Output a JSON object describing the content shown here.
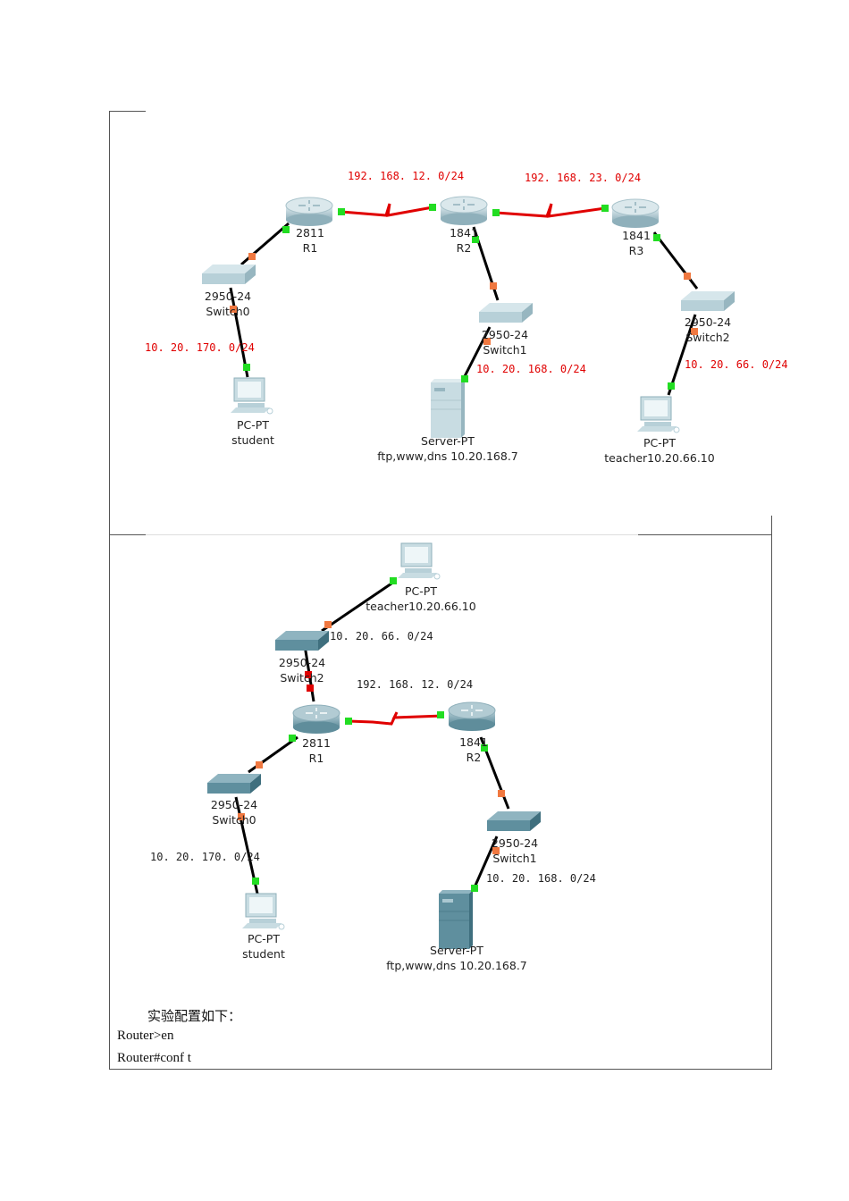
{
  "top_diagram": {
    "networks": [
      "192. 168. 12. 0/24",
      "192. 168. 23. 0/24",
      "10. 20. 170. 0/24",
      "10. 20. 168. 0/24",
      "10. 20. 66. 0/24"
    ],
    "devices": {
      "r1": {
        "model": "2811",
        "name": "R1"
      },
      "r2": {
        "model": "1841",
        "name": "R2"
      },
      "r3": {
        "model": "1841",
        "name": "R3"
      },
      "switch0": {
        "model": "2950-24",
        "name": "Switch0"
      },
      "switch1": {
        "model": "2950-24",
        "name": "Switch1"
      },
      "switch2": {
        "model": "2950-24",
        "name": "Switch2"
      },
      "student": {
        "model": "PC-PT",
        "name": "student"
      },
      "server": {
        "model": "Server-PT",
        "name": "ftp,www,dns 10.20.168.7"
      },
      "teacher": {
        "model": "PC-PT",
        "name": "teacher10.20.66.10"
      }
    }
  },
  "bottom_diagram": {
    "networks": [
      "10. 20. 66. 0/24",
      "192. 168. 12. 0/24",
      "10. 20. 170. 0/24",
      "10. 20. 168. 0/24"
    ],
    "devices": {
      "teacher": {
        "model": "PC-PT",
        "name": "teacher10.20.66.10"
      },
      "switch2": {
        "model": "2950-24",
        "name": "Switch2"
      },
      "r1": {
        "model": "2811",
        "name": "R1"
      },
      "r2": {
        "model": "1841",
        "name": "R2"
      },
      "switch0": {
        "model": "2950-24",
        "name": "Switch0"
      },
      "switch1": {
        "model": "2950-24",
        "name": "Switch1"
      },
      "student": {
        "model": "PC-PT",
        "name": "student"
      },
      "server": {
        "model": "Server-PT",
        "name": "ftp,www,dns 10.20.168.7"
      }
    }
  },
  "text": {
    "heading": "实验配置如下：",
    "lines": [
      "Router>en",
      "Router#conf t"
    ]
  },
  "colors": {
    "serial": "#e00000",
    "link": "#000000",
    "up": "#22dd22",
    "blocking": "#f07840",
    "down": "#e00000"
  }
}
